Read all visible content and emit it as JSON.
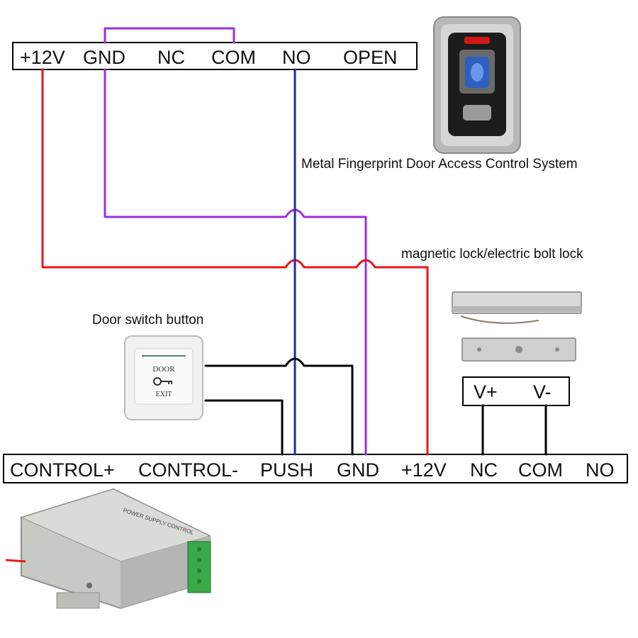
{
  "top_terminals": [
    "+12V",
    "GND",
    "NC",
    "COM",
    "NO",
    "OPEN"
  ],
  "bottom_terminals": [
    "CONTROL+",
    "CONTROL-",
    "PUSH",
    "GND",
    "+12V",
    "NC",
    "COM",
    "NO"
  ],
  "lock_terminals": [
    "V+",
    "V-"
  ],
  "captions": {
    "fingerprint": "Metal Fingerprint Door Access Control System",
    "lock": "magnetic lock/electric bolt lock",
    "door_switch": "Door switch button"
  },
  "exit_button": {
    "line1": "DOOR",
    "line2": "EXIT"
  },
  "power_supply": {
    "label": "POWER SUPPLY CONTROL"
  },
  "wire_colors": {
    "red": "#e8141c",
    "purple": "#9b30e0",
    "blue": "#1c2ca8",
    "black": "#000000"
  }
}
